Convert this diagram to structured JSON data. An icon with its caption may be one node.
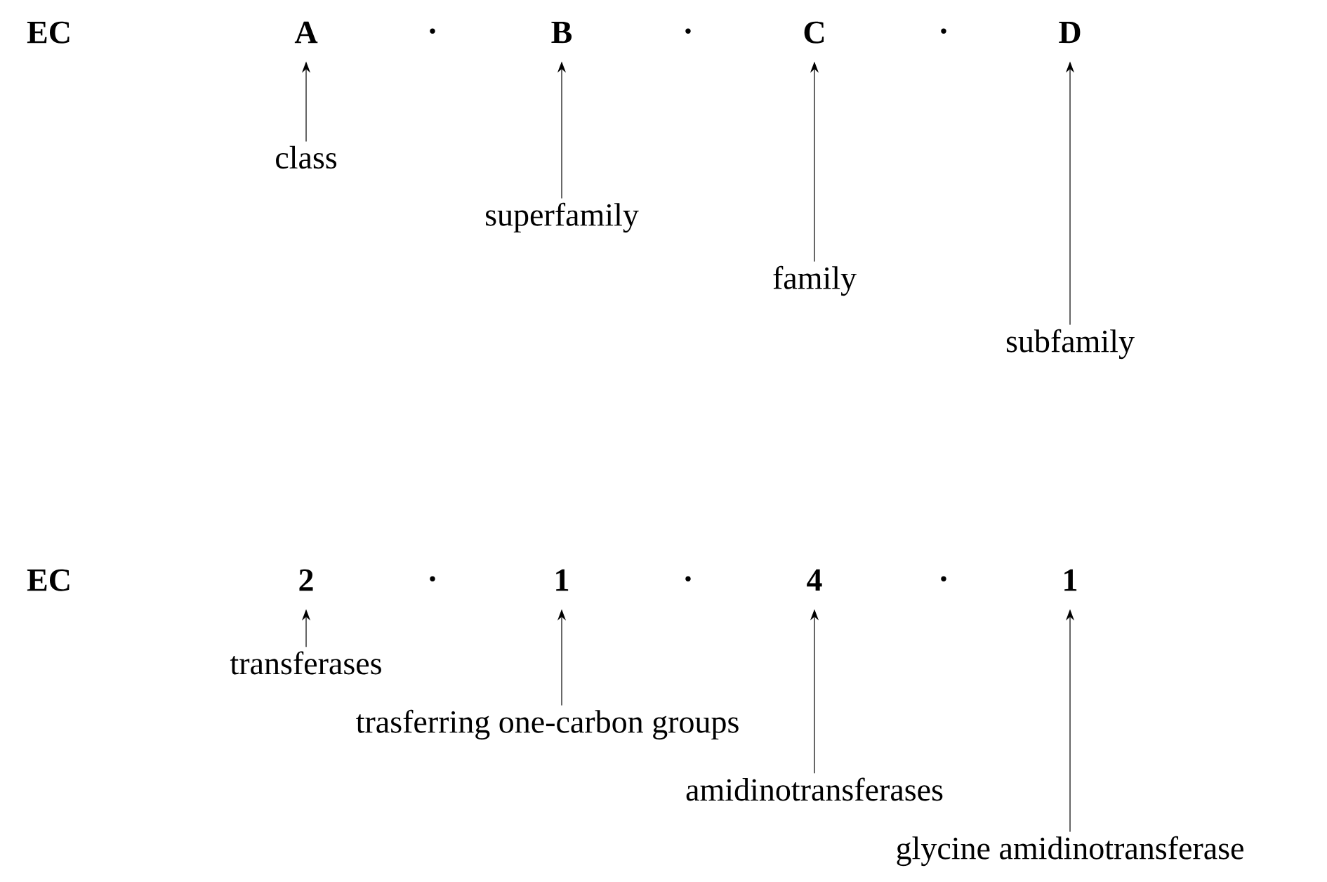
{
  "diagram": {
    "nodes": [
      {
        "text": [
          "EC"
        ]
      },
      {
        "text": [
          "A"
        ]
      },
      {
        "text": [
          "B"
        ]
      },
      {
        "text": [
          "C"
        ]
      },
      {
        "text": [
          "D"
        ]
      },
      {
        "text": [
          "class"
        ]
      },
      {
        "text": [
          "superfamily"
        ]
      },
      {
        "text": [
          "family"
        ]
      },
      {
        "text": [
          "subfamily"
        ]
      },
      {
        "text": [
          "EC"
        ]
      },
      {
        "text": [
          "2"
        ]
      },
      {
        "text": [
          "1"
        ]
      },
      {
        "text": [
          "4"
        ]
      },
      {
        "text": [
          "1"
        ]
      },
      {
        "text": [
          "transferases"
        ]
      },
      {
        "text": [
          "trasferring one-carbon groups"
        ]
      },
      {
        "text": [
          "amidinotransferases"
        ]
      },
      {
        "text": [
          "glycine amidinotransferase"
        ]
      }
    ],
    "edges": [
      {
        "from": 5,
        "to": 1,
        "arrow": "to"
      },
      {
        "from": 6,
        "to": 2,
        "arrow": "to"
      },
      {
        "from": 7,
        "to": 3,
        "arrow": "to"
      },
      {
        "from": 8,
        "to": 4,
        "arrow": "to"
      },
      {
        "from": 14,
        "to": 10,
        "arrow": "to"
      },
      {
        "from": 15,
        "to": 11,
        "arrow": "to"
      },
      {
        "from": 16,
        "to": 12,
        "arrow": "to"
      },
      {
        "from": 17,
        "to": 13,
        "arrow": "to"
      }
    ],
    "labels": [
      "·",
      "·",
      "·",
      "·",
      "·",
      "·"
    ]
  }
}
